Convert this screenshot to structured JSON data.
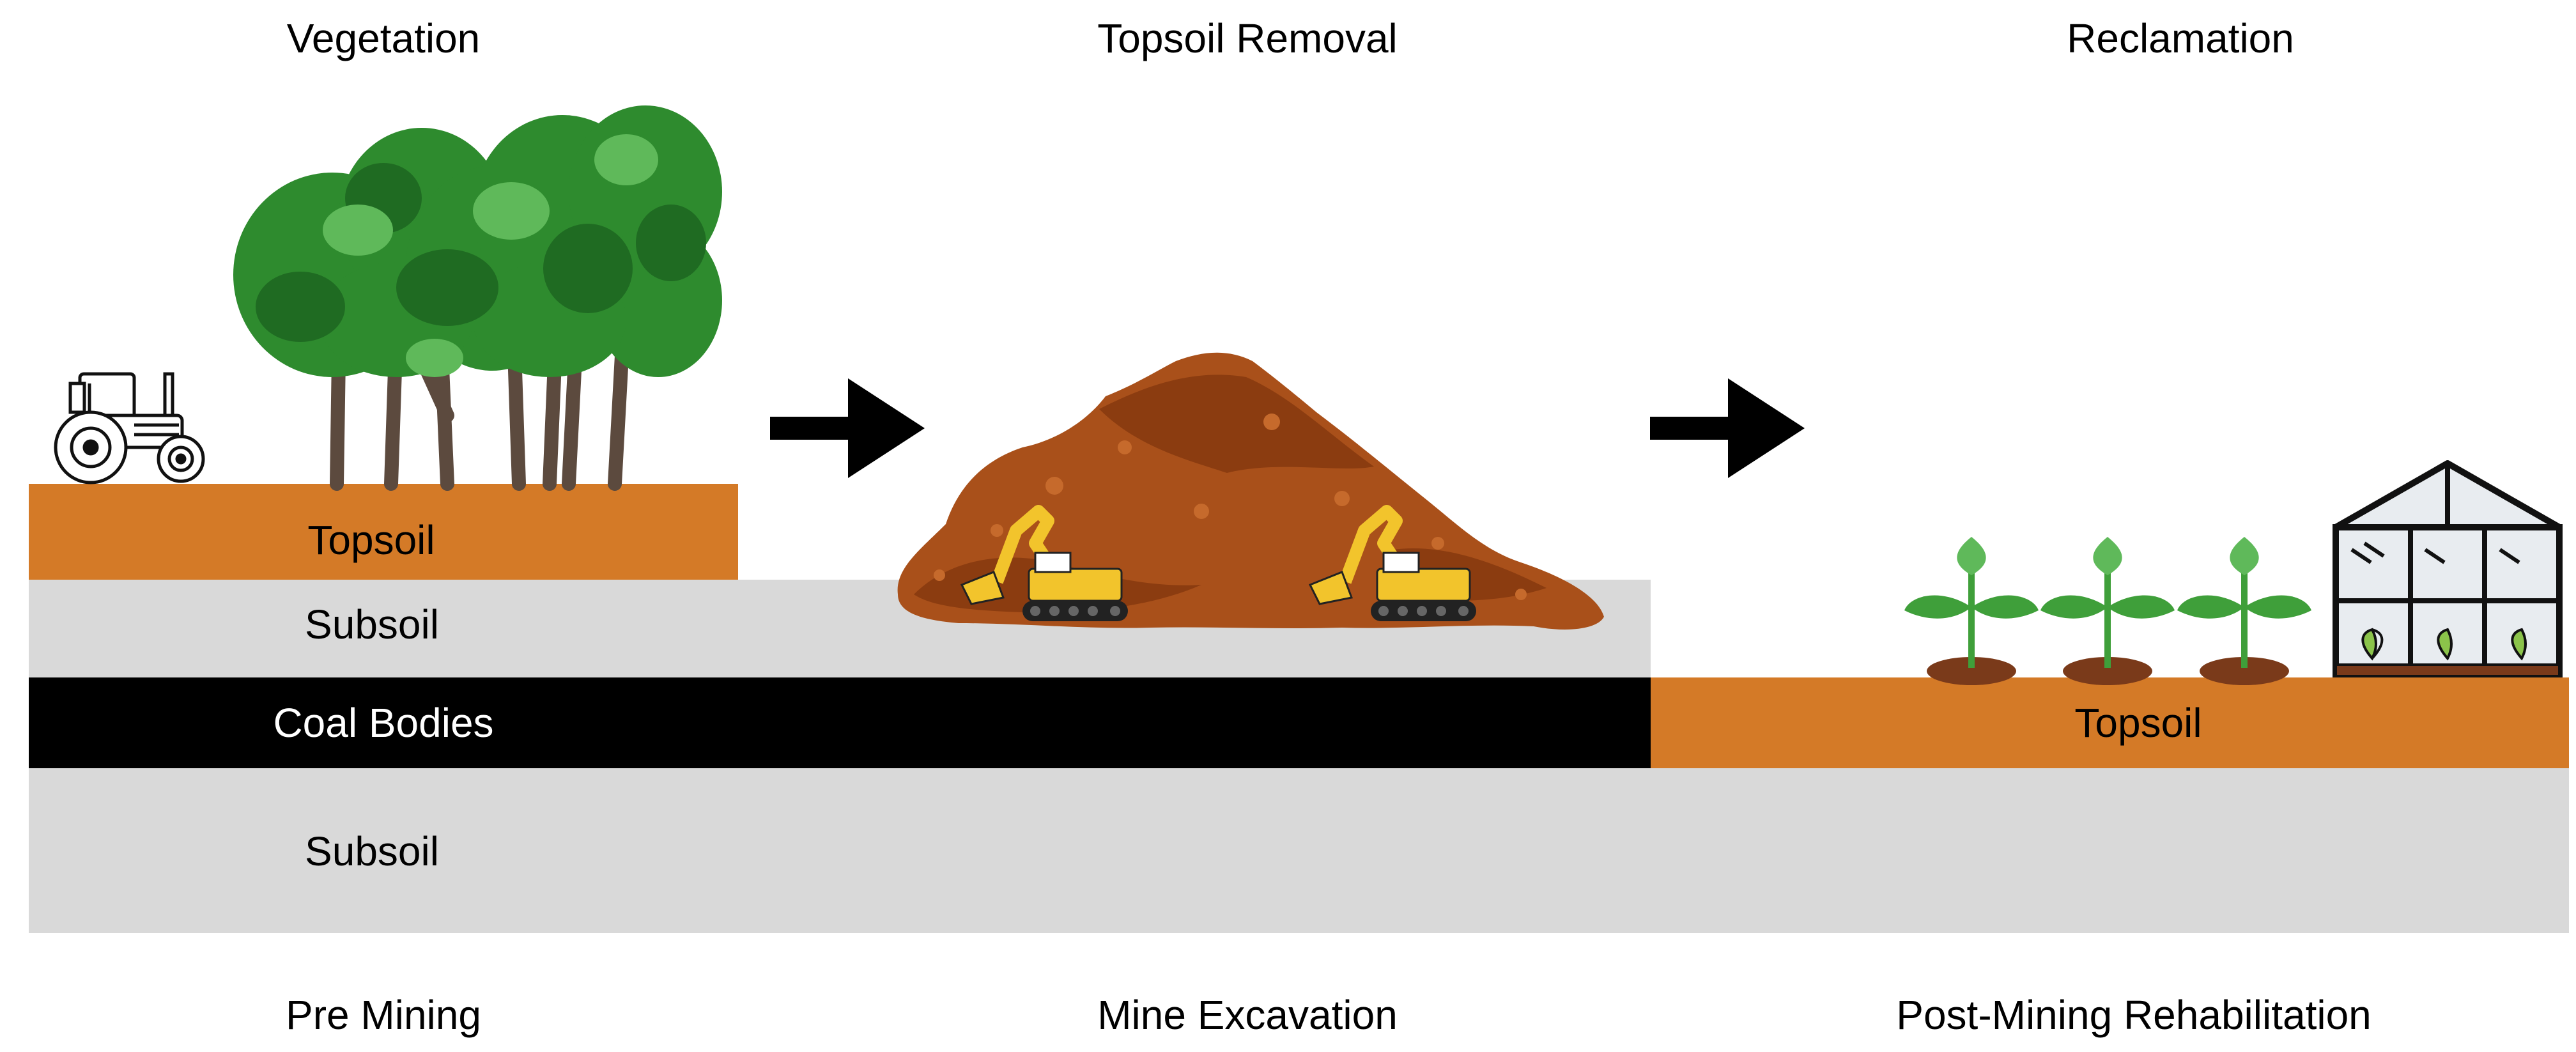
{
  "stages": {
    "pre_mining": {
      "top_label": "Vegetation",
      "bottom_label": "Pre Mining"
    },
    "mine_excavation": {
      "top_label": "Topsoil Removal",
      "bottom_label": "Mine Excavation"
    },
    "rehabilitation": {
      "top_label": "Reclamation",
      "bottom_label": "Post-Mining Rehabilitation"
    }
  },
  "layers": {
    "topsoil_left": "Topsoil",
    "subsoil_upper": "Subsoil",
    "coal": "Coal Bodies",
    "subsoil_lower": "Subsoil",
    "topsoil_right": "Topsoil"
  },
  "colors": {
    "topsoil": "#D47A27",
    "subsoil": "#D9D9D9",
    "coal": "#000000",
    "soil_pile": "#A9501A",
    "foliage": "#2E8B2E",
    "excavator": "#F2C42C",
    "arrow": "#000000"
  },
  "icons": [
    "tractor-icon",
    "tree-icon",
    "arrow-right-icon",
    "soil-pile-icon",
    "excavator-icon",
    "seedling-icon",
    "greenhouse-icon"
  ]
}
